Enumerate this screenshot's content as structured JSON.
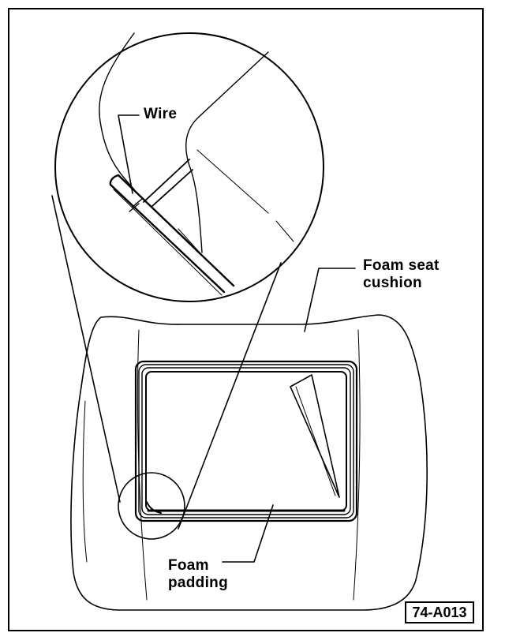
{
  "labels": {
    "wire": "Wire",
    "foam_seat_cushion_line1": "Foam seat",
    "foam_seat_cushion_line2": "cushion",
    "foam_padding_line1": "Foam",
    "foam_padding_line2": "padding"
  },
  "figure_id": "74-A013",
  "colors": {
    "line": "#000000",
    "background": "#ffffff"
  }
}
